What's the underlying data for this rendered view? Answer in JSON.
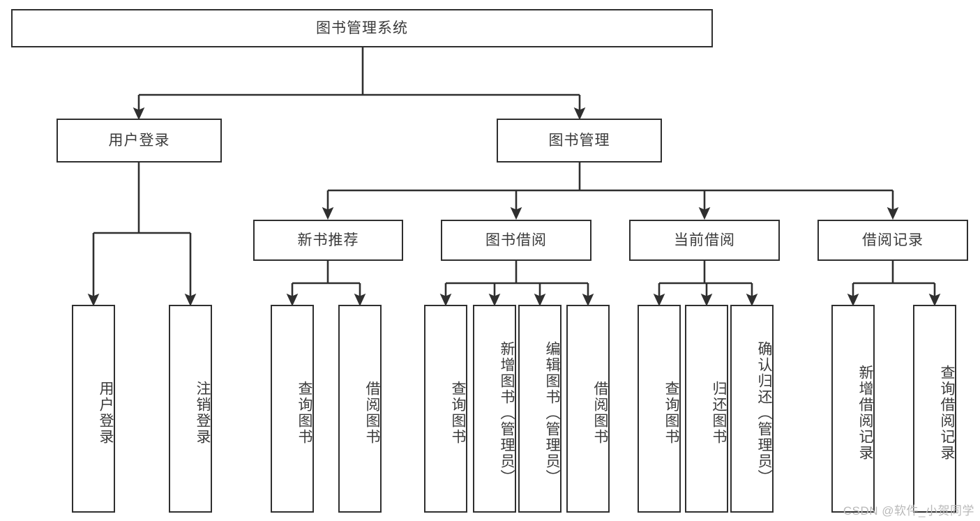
{
  "diagram": {
    "title_node": {
      "label": "图书管理系统"
    },
    "level2": [
      {
        "id": "user-login",
        "label": "用户登录"
      },
      {
        "id": "book-management",
        "label": "图书管理"
      }
    ],
    "level3": [
      {
        "id": "new-book-recommend",
        "label": "新书推荐"
      },
      {
        "id": "book-borrow",
        "label": "图书借阅"
      },
      {
        "id": "current-borrow",
        "label": "当前借阅"
      },
      {
        "id": "borrow-record",
        "label": "借阅记录"
      }
    ],
    "leaves": {
      "user_login": [
        {
          "id": "leaf-user-login",
          "label": "用户登录"
        },
        {
          "id": "leaf-logout-login",
          "label": "注销登录"
        }
      ],
      "new_book_recommend": [
        {
          "id": "leaf-query-book-1",
          "label": "查询图书"
        },
        {
          "id": "leaf-borrow-book-1",
          "label": "借阅图书"
        }
      ],
      "book_borrow": [
        {
          "id": "leaf-query-book-2",
          "label": "查询图书"
        },
        {
          "id": "leaf-add-book-admin",
          "label": "新增图书（管理员）"
        },
        {
          "id": "leaf-edit-book-admin",
          "label": "编辑图书（管理员）"
        },
        {
          "id": "leaf-borrow-book-2",
          "label": "借阅图书"
        }
      ],
      "current_borrow": [
        {
          "id": "leaf-query-book-3",
          "label": "查询图书"
        },
        {
          "id": "leaf-return-book",
          "label": "归还图书"
        },
        {
          "id": "leaf-confirm-return-admin",
          "label": "确认归还（管理员）"
        }
      ],
      "borrow_record": [
        {
          "id": "leaf-add-borrow-record",
          "label": "新增借阅记录"
        },
        {
          "id": "leaf-query-borrow-record",
          "label": "查询借阅记录"
        }
      ]
    }
  },
  "watermark": {
    "text": "CSDN @软件_小贺同学"
  },
  "colors": {
    "stroke": "#2f2f2f",
    "text": "#3a3a3a",
    "background": "#ffffff",
    "watermark": "#b9b9b9"
  }
}
